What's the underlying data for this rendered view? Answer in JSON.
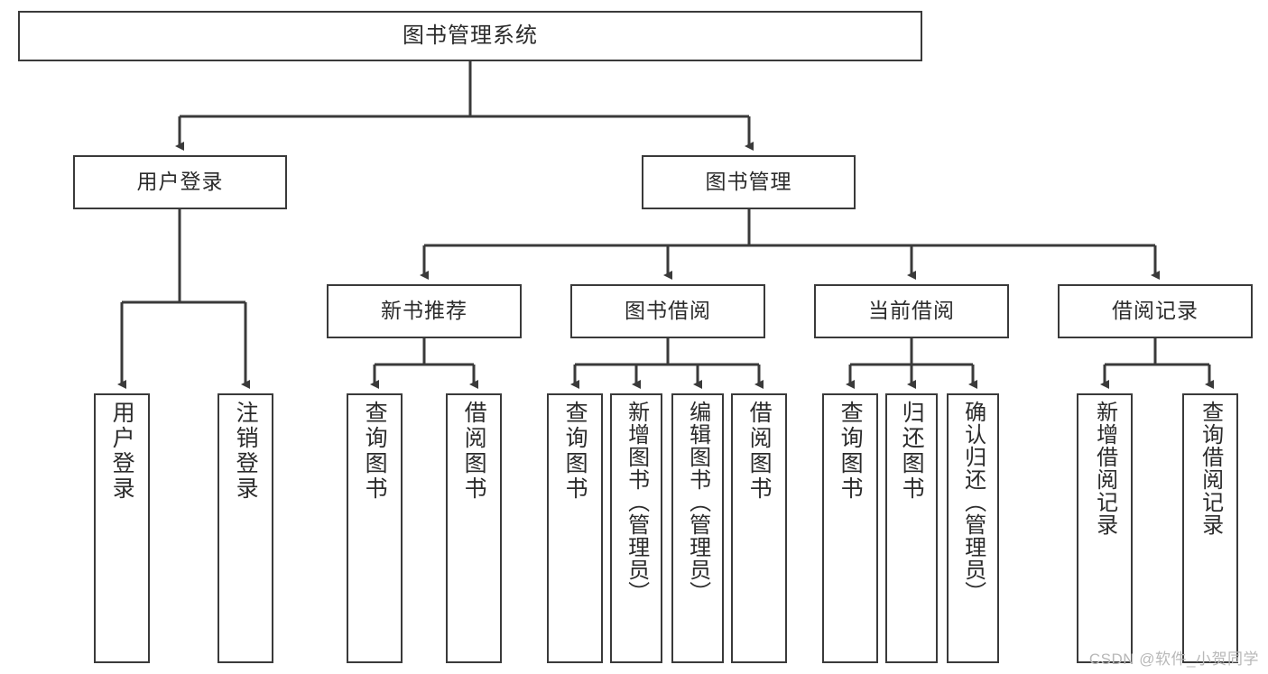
{
  "diagram": {
    "type": "tree",
    "title": "图书管理系统",
    "watermark": "CSDN @软件_小贺同学",
    "colors": {
      "box_border": "#3a3a3a",
      "box_fill": "#ffffff",
      "connector": "#3a3a3a",
      "text": "#2b2b2b",
      "watermark": "#b8b8b8",
      "background": "#ffffff"
    }
  },
  "nodes": {
    "root": {
      "label": "图书管理系统"
    },
    "level2": [
      {
        "id": "user-login",
        "label": "用户登录"
      },
      {
        "id": "book-manage",
        "label": "图书管理"
      }
    ],
    "level3": [
      {
        "id": "new-book-recommend",
        "label": "新书推荐"
      },
      {
        "id": "book-borrow",
        "label": "图书借阅"
      },
      {
        "id": "current-borrow",
        "label": "当前借阅"
      },
      {
        "id": "borrow-record",
        "label": "借阅记录"
      }
    ],
    "leaves": {
      "user_login": [
        {
          "id": "leaf-user-login",
          "label": "用户登录"
        },
        {
          "id": "leaf-logout-login",
          "label": "注销登录"
        }
      ],
      "new_book_recommend": [
        {
          "id": "leaf-query-book-1",
          "label": "查询图书"
        },
        {
          "id": "leaf-borrow-book-1",
          "label": "借阅图书"
        }
      ],
      "book_borrow": [
        {
          "id": "leaf-query-book-2",
          "label": "查询图书"
        },
        {
          "id": "leaf-add-book",
          "label": "新增图书（管理员）"
        },
        {
          "id": "leaf-edit-book",
          "label": "编辑图书（管理员）"
        },
        {
          "id": "leaf-borrow-book-2",
          "label": "借阅图书"
        }
      ],
      "current_borrow": [
        {
          "id": "leaf-query-book-3",
          "label": "查询图书"
        },
        {
          "id": "leaf-return-book",
          "label": "归还图书"
        },
        {
          "id": "leaf-confirm-return",
          "label": "确认归还（管理员）"
        }
      ],
      "borrow_record": [
        {
          "id": "leaf-add-record",
          "label": "新增借阅记录"
        },
        {
          "id": "leaf-query-record",
          "label": "查询借阅记录"
        }
      ]
    }
  }
}
